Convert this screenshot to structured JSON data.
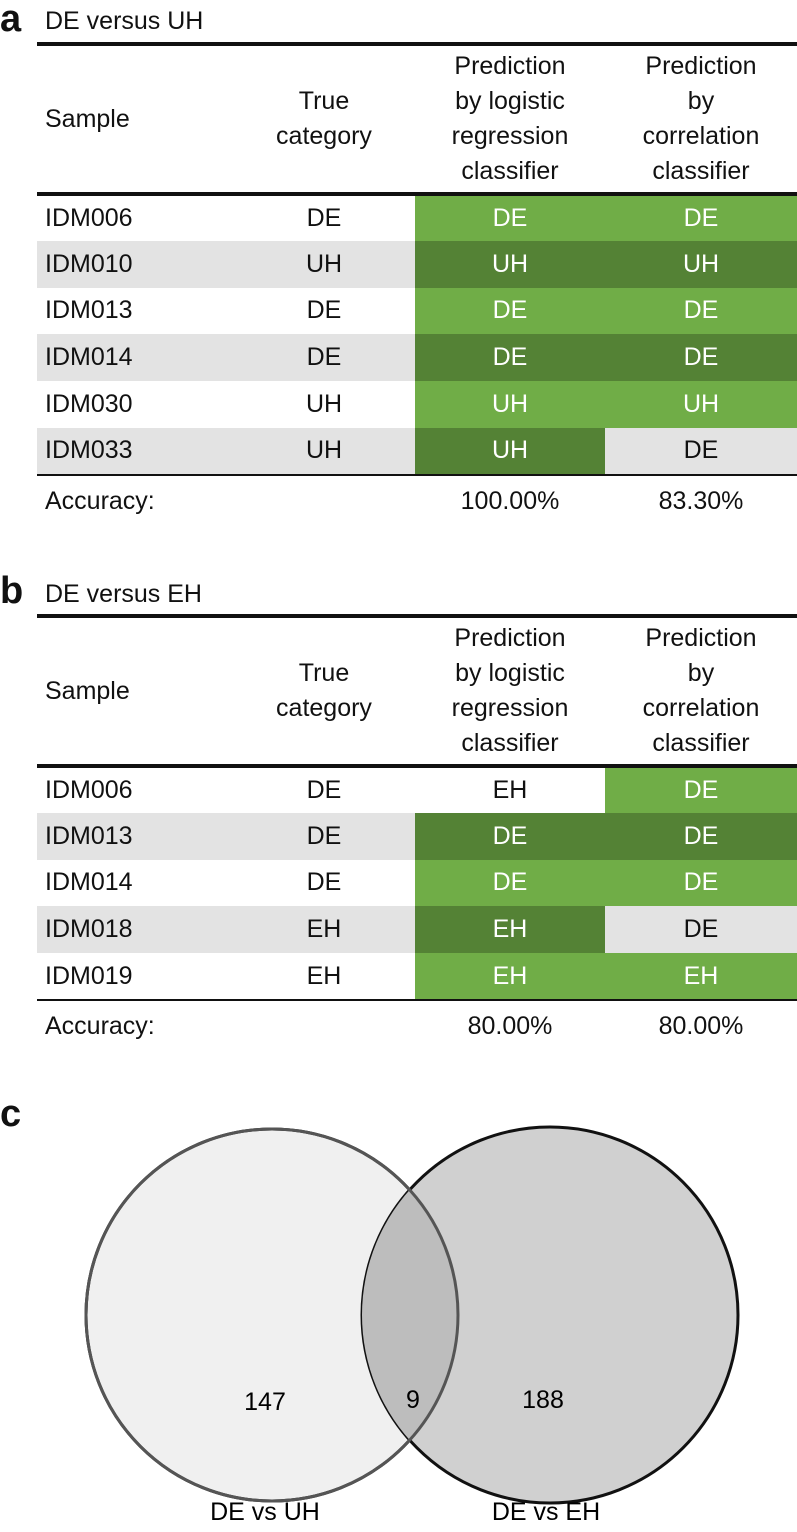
{
  "panel_a": {
    "letter": "a",
    "title": "DE versus UH",
    "headers": {
      "sample": "Sample",
      "true_category": "True\ncategory",
      "logistic": "Prediction\nby logistic\nregression\nclassifier",
      "correlation": "Prediction\nby\ncorrelation\nclassifier"
    },
    "rows": [
      {
        "sample": "IDM006",
        "true": "DE",
        "logistic": "DE",
        "logistic_style": "light",
        "correlation": "DE",
        "correlation_style": "light"
      },
      {
        "sample": "IDM010",
        "true": "UH",
        "logistic": "UH",
        "logistic_style": "dark",
        "correlation": "UH",
        "correlation_style": "dark"
      },
      {
        "sample": "IDM013",
        "true": "DE",
        "logistic": "DE",
        "logistic_style": "light",
        "correlation": "DE",
        "correlation_style": "light"
      },
      {
        "sample": "IDM014",
        "true": "DE",
        "logistic": "DE",
        "logistic_style": "dark",
        "correlation": "DE",
        "correlation_style": "dark"
      },
      {
        "sample": "IDM030",
        "true": "UH",
        "logistic": "UH",
        "logistic_style": "light",
        "correlation": "UH",
        "correlation_style": "light"
      },
      {
        "sample": "IDM033",
        "true": "UH",
        "logistic": "UH",
        "logistic_style": "dark",
        "correlation": "DE",
        "correlation_style": "wrong"
      }
    ],
    "accuracy_label": "Accuracy:",
    "accuracy_logistic": "100.00%",
    "accuracy_correlation": "83.30%"
  },
  "panel_b": {
    "letter": "b",
    "title": "DE versus EH",
    "headers": {
      "sample": "Sample",
      "true_category": "True\ncategory",
      "logistic": "Prediction\nby logistic\nregression\nclassifier",
      "correlation": "Prediction\nby\ncorrelation\nclassifier"
    },
    "rows": [
      {
        "sample": "IDM006",
        "true": "DE",
        "logistic": "EH",
        "logistic_style": "plain",
        "correlation": "DE",
        "correlation_style": "light"
      },
      {
        "sample": "IDM013",
        "true": "DE",
        "logistic": "DE",
        "logistic_style": "dark",
        "correlation": "DE",
        "correlation_style": "dark"
      },
      {
        "sample": "IDM014",
        "true": "DE",
        "logistic": "DE",
        "logistic_style": "light",
        "correlation": "DE",
        "correlation_style": "light"
      },
      {
        "sample": "IDM018",
        "true": "EH",
        "logistic": "EH",
        "logistic_style": "dark",
        "correlation": "DE",
        "correlation_style": "wrong"
      },
      {
        "sample": "IDM019",
        "true": "EH",
        "logistic": "EH",
        "logistic_style": "light",
        "correlation": "EH",
        "correlation_style": "light"
      }
    ],
    "accuracy_label": "Accuracy:",
    "accuracy_logistic": "80.00%",
    "accuracy_correlation": "80.00%"
  },
  "panel_c": {
    "letter": "c",
    "left_label": "DE vs UH",
    "right_label": "DE vs EH",
    "left_only": "147",
    "overlap": "9",
    "right_only": "188",
    "left_fill": "#f0f0f0",
    "right_fill": "#d0d0d0",
    "overlap_fill": "#bdbdbd"
  },
  "colors": {
    "correct_light": "#70ad47",
    "correct_dark": "#548235",
    "incorrect": "#e3e3e3"
  }
}
